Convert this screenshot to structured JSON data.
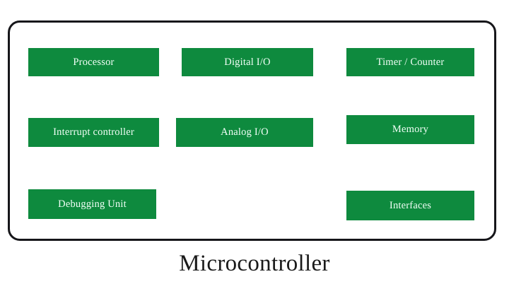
{
  "diagram": {
    "title": "Microcontroller",
    "boundary": {
      "shape": "rounded-rectangle",
      "border_color": "#16161a",
      "fill_color": "#ffffff"
    },
    "block_style": {
      "fill_color": "#0e8a3e",
      "text_color": "#ffffff"
    },
    "blocks": [
      {
        "id": "processor",
        "label": "Processor",
        "row": 1,
        "column": 1
      },
      {
        "id": "digital-io",
        "label": "Digital I/O",
        "row": 1,
        "column": 2
      },
      {
        "id": "timer-counter",
        "label": "Timer / Counter",
        "row": 1,
        "column": 3
      },
      {
        "id": "interrupt",
        "label": "Interrupt controller",
        "row": 2,
        "column": 1
      },
      {
        "id": "analog-io",
        "label": "Analog I/O",
        "row": 2,
        "column": 2
      },
      {
        "id": "memory",
        "label": "Memory",
        "row": 2,
        "column": 3
      },
      {
        "id": "debugging",
        "label": "Debugging Unit",
        "row": 3,
        "column": 1
      },
      {
        "id": "interfaces",
        "label": "Interfaces",
        "row": 3,
        "column": 3
      }
    ]
  }
}
